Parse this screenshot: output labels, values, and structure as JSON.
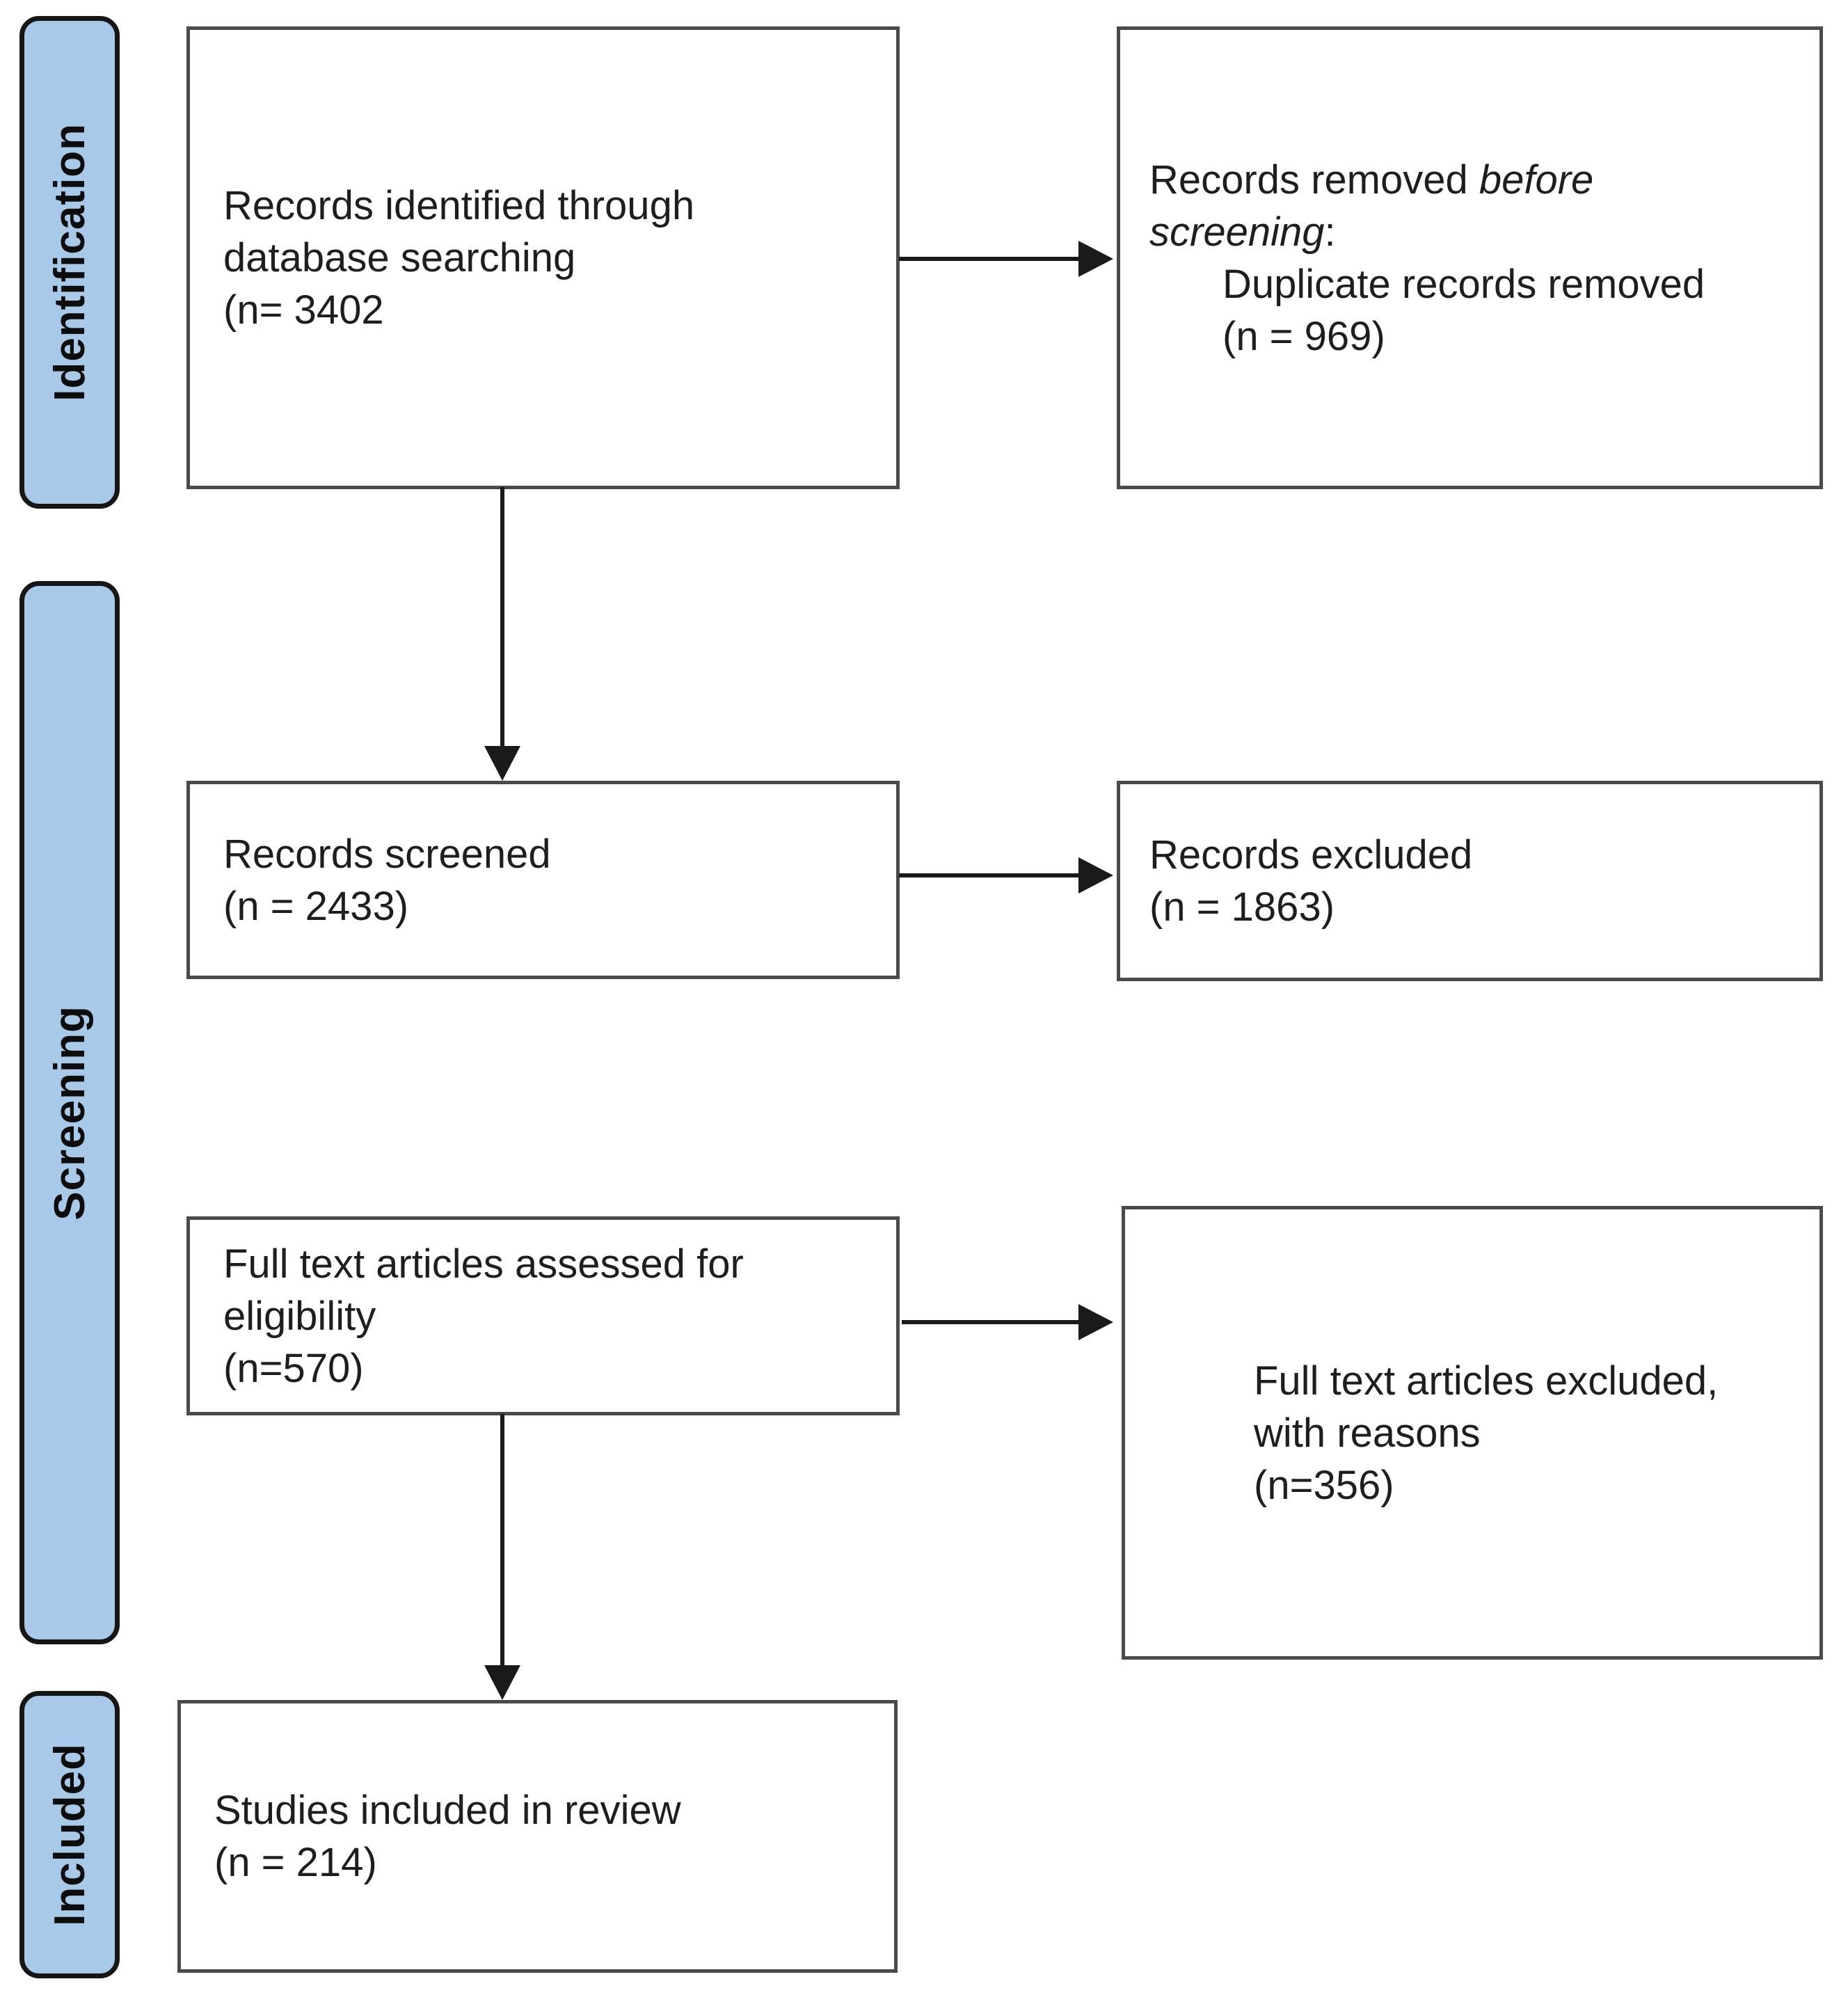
{
  "sidebar": {
    "stages": [
      {
        "label": "Identification"
      },
      {
        "label": "Screening"
      },
      {
        "label": "Included"
      }
    ]
  },
  "boxes": {
    "identified": {
      "lines": [
        "Records identified through",
        "database searching",
        "(n= 3402"
      ]
    },
    "removed": {
      "line1_regular": "Records removed ",
      "line1_italic": "before",
      "line2_italic": "screening",
      "line2_regular": ":",
      "sub_lines": [
        "Duplicate records removed",
        "(n = 969)"
      ]
    },
    "screened": {
      "lines": [
        "Records screened",
        "(n = 2433)"
      ]
    },
    "excluded": {
      "lines": [
        "Records excluded",
        "(n = 1863)"
      ]
    },
    "fulltext_assessed": {
      "lines": [
        "Full text articles assessed for",
        "eligibility",
        "(n=570)"
      ]
    },
    "fulltext_excluded": {
      "lines": [
        "Full text articles excluded,",
        "with reasons",
        "(n=356)"
      ]
    },
    "studies_included": {
      "lines": [
        "Studies included in review",
        "(n = 214)"
      ]
    }
  },
  "colors": {
    "stage_fill": "#a8cae8",
    "stage_border": "#161616",
    "box_border": "#4a4a4a",
    "arrow": "#1a1a1a",
    "text": "#1e1e1e",
    "background": "#ffffff"
  }
}
